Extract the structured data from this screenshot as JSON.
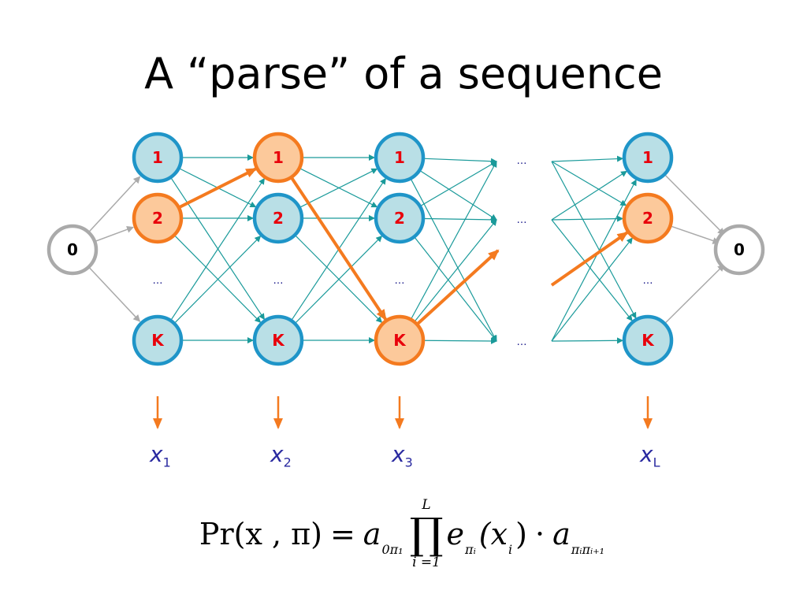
{
  "title": "A “parse” of a sequence",
  "colors": {
    "teal": "#1a9a9a",
    "orange": "#f47a1f",
    "orange_fill": "#fcc99b",
    "blue_border": "#1f95c8",
    "blue_fill": "#b9dfe6",
    "gray": "#aaaaaa"
  },
  "start_label": "0",
  "end_label": "0",
  "row_labels": [
    "1",
    "2",
    "K"
  ],
  "ellipsis": "…",
  "columns": [
    {
      "sym": "x",
      "sub": "1",
      "path_row": 1
    },
    {
      "sym": "x",
      "sub": "2",
      "path_row": 0
    },
    {
      "sym": "x",
      "sub": "3",
      "path_row": 2
    },
    {
      "sym": "x",
      "sub": "L",
      "path_row": 1
    }
  ],
  "formula": {
    "lhs": "Pr(x , π)",
    "eq": "=",
    "a0": "a",
    "a0_sub": "0π₁",
    "prod": "∏",
    "prod_top": "L",
    "prod_bottom": "i =1",
    "e": "e",
    "e_sub": "πᵢ",
    "arg": "(x",
    "arg_sub": "i",
    "arg_close": ")",
    "dot": "·",
    "a": "a",
    "a_sub": "πᵢπᵢ₊₁"
  }
}
